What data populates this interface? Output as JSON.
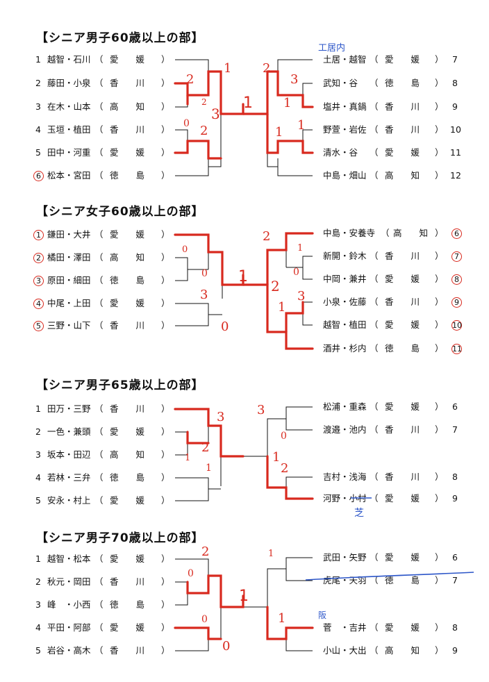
{
  "sections": [
    {
      "title": "【シニア男子60歳以上の部】",
      "left": [
        {
          "num": "1",
          "circled": false,
          "names": "越智・石川",
          "pref": "愛　　媛"
        },
        {
          "num": "2",
          "circled": false,
          "names": "藤田・小泉",
          "pref": "香　　川"
        },
        {
          "num": "3",
          "circled": false,
          "names": "在木・山本",
          "pref": "高　　知"
        },
        {
          "num": "4",
          "circled": false,
          "names": "玉垣・植田",
          "pref": "香　　川"
        },
        {
          "num": "5",
          "circled": false,
          "names": "田中・河重",
          "pref": "愛　　媛"
        },
        {
          "num": "6",
          "circled": true,
          "names": "松本・宮田",
          "pref": "徳　　島"
        }
      ],
      "right": [
        {
          "num": "7",
          "circled": false,
          "names": "土居・越智",
          "pref": "愛　　媛"
        },
        {
          "num": "8",
          "circled": false,
          "names": "武知・谷",
          "pref": "徳　　島"
        },
        {
          "num": "9",
          "circled": false,
          "names": "塩井・真鍋",
          "pref": "香　　川"
        },
        {
          "num": "10",
          "circled": false,
          "names": "野萱・岩佐",
          "pref": "香　　川"
        },
        {
          "num": "11",
          "circled": false,
          "names": "清水・谷",
          "pref": "愛　　媛"
        },
        {
          "num": "12",
          "circled": false,
          "names": "中島・畑山",
          "pref": "高　　知"
        }
      ],
      "notes": [
        "工居内"
      ],
      "scores": [
        "2",
        "2",
        "3",
        "0",
        "2",
        "1",
        "2",
        "3",
        "1",
        "1",
        "1"
      ]
    },
    {
      "title": "【シニア女子60歳以上の部】",
      "left": [
        {
          "num": "1",
          "circled": true,
          "names": "鎌田・大井",
          "pref": "愛　　媛"
        },
        {
          "num": "2",
          "circled": true,
          "names": "橘田・澤田",
          "pref": "高　　知"
        },
        {
          "num": "3",
          "circled": true,
          "names": "原田・細田",
          "pref": "徳　　島"
        },
        {
          "num": "4",
          "circled": true,
          "names": "中尾・上田",
          "pref": "愛　　媛"
        },
        {
          "num": "5",
          "circled": true,
          "names": "三野・山下",
          "pref": "香　　川"
        }
      ],
      "right": [
        {
          "num": "6",
          "circled": true,
          "names": "中島・安養寺",
          "pref": "高　　知"
        },
        {
          "num": "7",
          "circled": true,
          "names": "新開・鈴木",
          "pref": "香　　川"
        },
        {
          "num": "8",
          "circled": true,
          "names": "中岡・兼井",
          "pref": "愛　　媛"
        },
        {
          "num": "9",
          "circled": true,
          "names": "小泉・佐藤",
          "pref": "香　　川"
        },
        {
          "num": "10",
          "circled": true,
          "names": "越智・植田",
          "pref": "愛　　媛"
        },
        {
          "num": "11",
          "circled": true,
          "names": "酒井・杉内",
          "pref": "徳　　島"
        }
      ],
      "notes": [],
      "scores": [
        "0",
        "0",
        "3",
        "0",
        "2",
        "1",
        "0",
        "2",
        "1",
        "3"
      ]
    },
    {
      "title": "【シニア男子65歳以上の部】",
      "left": [
        {
          "num": "1",
          "circled": false,
          "names": "田万・三野",
          "pref": "香　　川"
        },
        {
          "num": "2",
          "circled": false,
          "names": "一色・兼頭",
          "pref": "愛　　媛"
        },
        {
          "num": "3",
          "circled": false,
          "names": "坂本・田辺",
          "pref": "高　　知"
        },
        {
          "num": "4",
          "circled": false,
          "names": "若林・三弁",
          "pref": "徳　　島"
        },
        {
          "num": "5",
          "circled": false,
          "names": "安永・村上",
          "pref": "愛　　媛"
        }
      ],
      "right": [
        {
          "num": "6",
          "circled": false,
          "names": "松浦・重森",
          "pref": "愛　　媛"
        },
        {
          "num": "7",
          "circled": false,
          "names": "渡邉・池内",
          "pref": "香　　川"
        },
        {
          "num": "8",
          "circled": false,
          "names": "吉村・浅海",
          "pref": "香　　川"
        },
        {
          "num": "9",
          "circled": false,
          "names": "河野・小村",
          "pref": "愛　　媛"
        }
      ],
      "notes": [
        "芝"
      ],
      "scores": [
        "3",
        "2",
        "1",
        "1",
        "3",
        "0",
        "1",
        "2"
      ]
    },
    {
      "title": "【シニア男子70歳以上の部】",
      "left": [
        {
          "num": "1",
          "circled": false,
          "names": "越智・松本",
          "pref": "愛　　媛"
        },
        {
          "num": "2",
          "circled": false,
          "names": "秋元・岡田",
          "pref": "香　　川"
        },
        {
          "num": "3",
          "circled": false,
          "names": "峰　・小西",
          "pref": "徳　　島"
        },
        {
          "num": "4",
          "circled": false,
          "names": "平田・阿部",
          "pref": "愛　　媛"
        },
        {
          "num": "5",
          "circled": false,
          "names": "岩谷・高木",
          "pref": "香　　川"
        }
      ],
      "right": [
        {
          "num": "6",
          "circled": false,
          "names": "武田・矢野",
          "pref": "愛　　媛"
        },
        {
          "num": "7",
          "circled": false,
          "names": "虎尾・天羽",
          "pref": "徳　　島"
        },
        {
          "num": "8",
          "circled": false,
          "names": "菅　・吉井",
          "pref": "愛　　媛"
        },
        {
          "num": "9",
          "circled": false,
          "names": "小山・大出",
          "pref": "高　　知"
        }
      ],
      "notes": [
        "阪"
      ],
      "scores": [
        "2",
        "0",
        "0",
        "0",
        "1",
        "1"
      ]
    }
  ],
  "colors": {
    "ink": "#111111",
    "red_marker": "#d8291e",
    "blue_pen": "#2b55c8"
  }
}
